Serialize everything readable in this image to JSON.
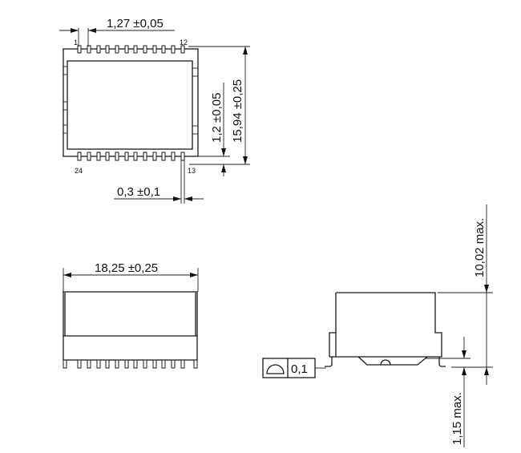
{
  "drawing": {
    "top_view": {
      "pin_labels": {
        "first_top": "1",
        "last_top": "12",
        "first_bottom": "24",
        "last_bottom": "13"
      },
      "pins_per_side": 12,
      "dimensions": {
        "pitch": "1,27 ±0,05",
        "pin_width": "0,3 ±0,1",
        "pin_length": "1,2 ±0,05",
        "body_width": "15,94 ±0,25"
      }
    },
    "side_view": {
      "dimensions": {
        "body_length": "18,25 ±0,25"
      },
      "pins_visible": 12
    },
    "end_view": {
      "dimensions": {
        "height": "10,02 max.",
        "standoff": "1,15 max."
      },
      "tolerance_frame": {
        "symbol": "profile-of-surface",
        "value": "0,1"
      }
    }
  }
}
